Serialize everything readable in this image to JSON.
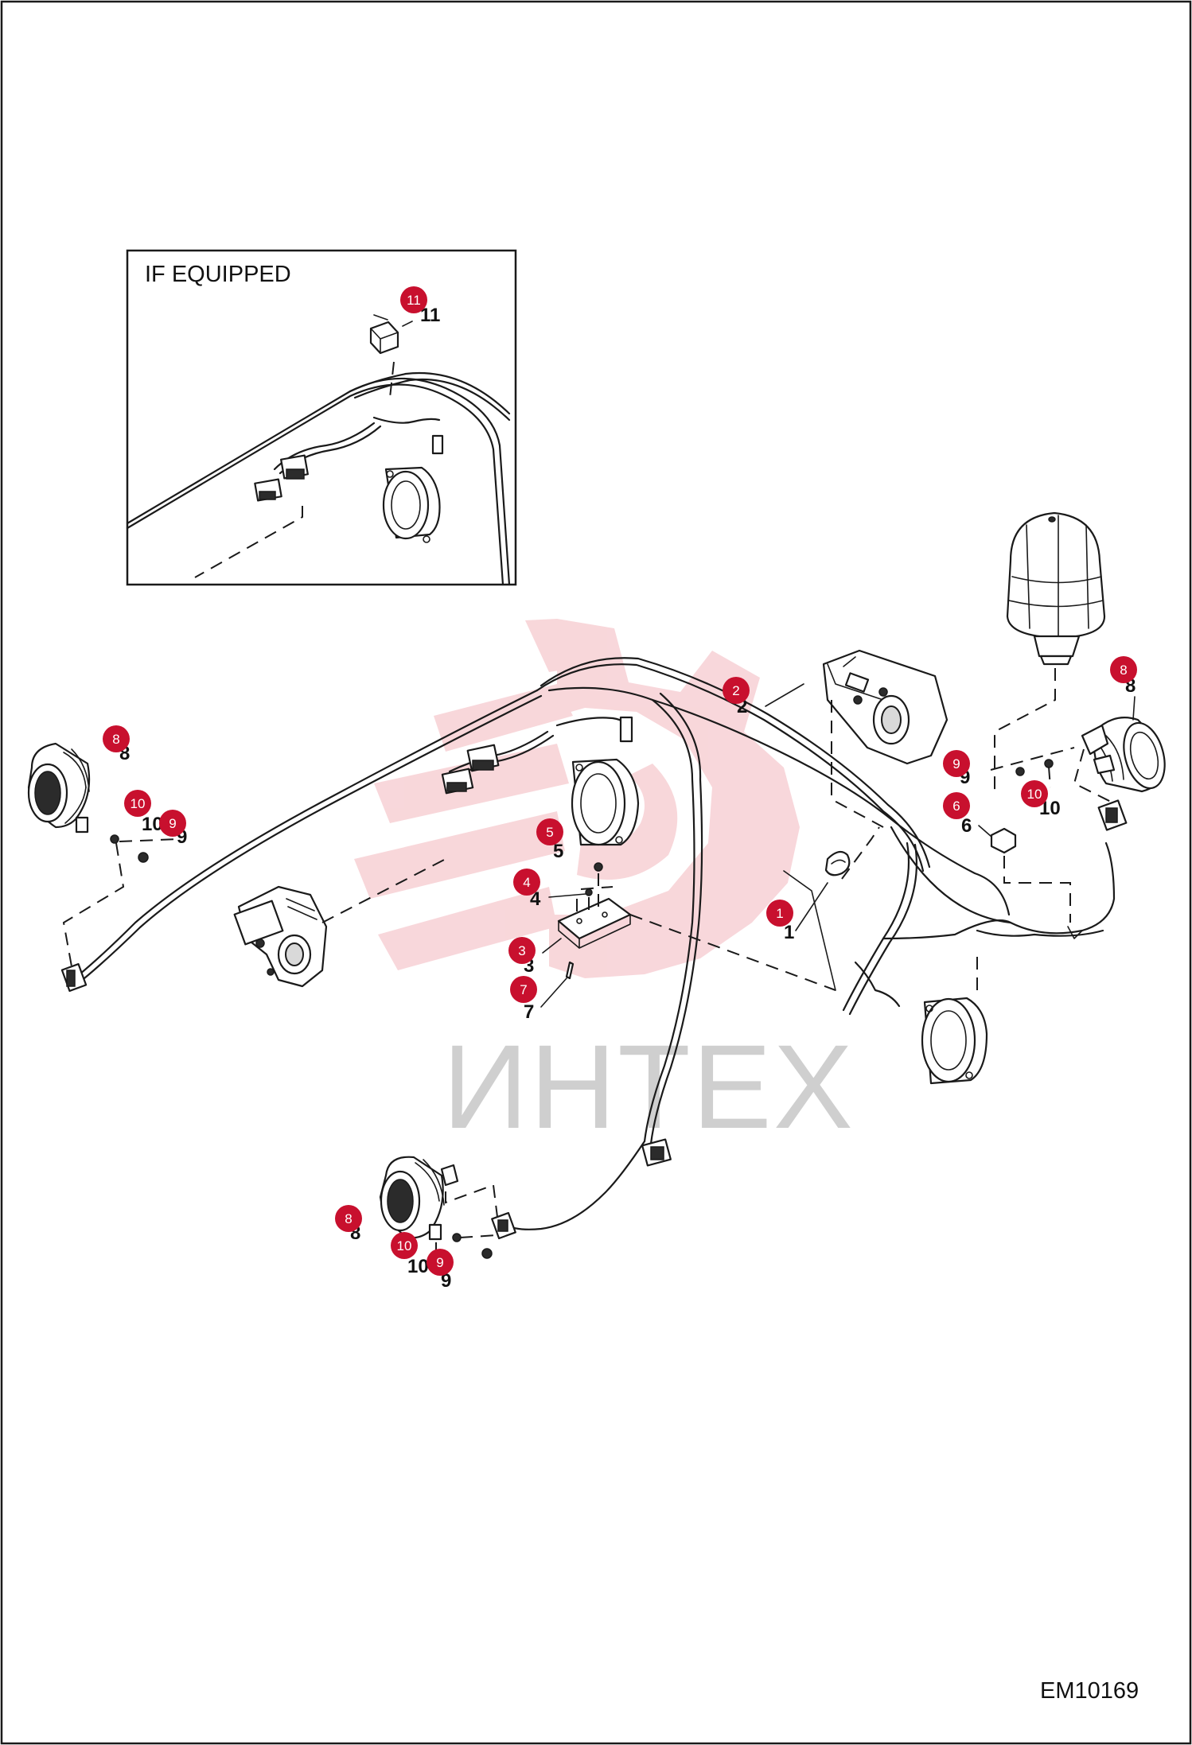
{
  "inset": {
    "title": "IF EQUIPPED"
  },
  "drawing_code": "EM10169",
  "watermark": {
    "text": "ИНТЕХ",
    "color": "#f3b7bd"
  },
  "callout_color": "#c8102e",
  "callouts": [
    {
      "id": "c11",
      "label": "11"
    },
    {
      "id": "c2",
      "label": "2"
    },
    {
      "id": "c8a",
      "label": "8"
    },
    {
      "id": "c8b",
      "label": "8"
    },
    {
      "id": "c8c",
      "label": "8"
    },
    {
      "id": "c9a",
      "label": "9"
    },
    {
      "id": "c9b",
      "label": "9"
    },
    {
      "id": "c9c",
      "label": "9"
    },
    {
      "id": "c10a",
      "label": "10"
    },
    {
      "id": "c10b",
      "label": "10"
    },
    {
      "id": "c10c",
      "label": "10"
    },
    {
      "id": "c6",
      "label": "6"
    },
    {
      "id": "c5",
      "label": "5"
    },
    {
      "id": "c4",
      "label": "4"
    },
    {
      "id": "c3",
      "label": "3"
    },
    {
      "id": "c7",
      "label": "7"
    },
    {
      "id": "c1",
      "label": "1"
    }
  ]
}
